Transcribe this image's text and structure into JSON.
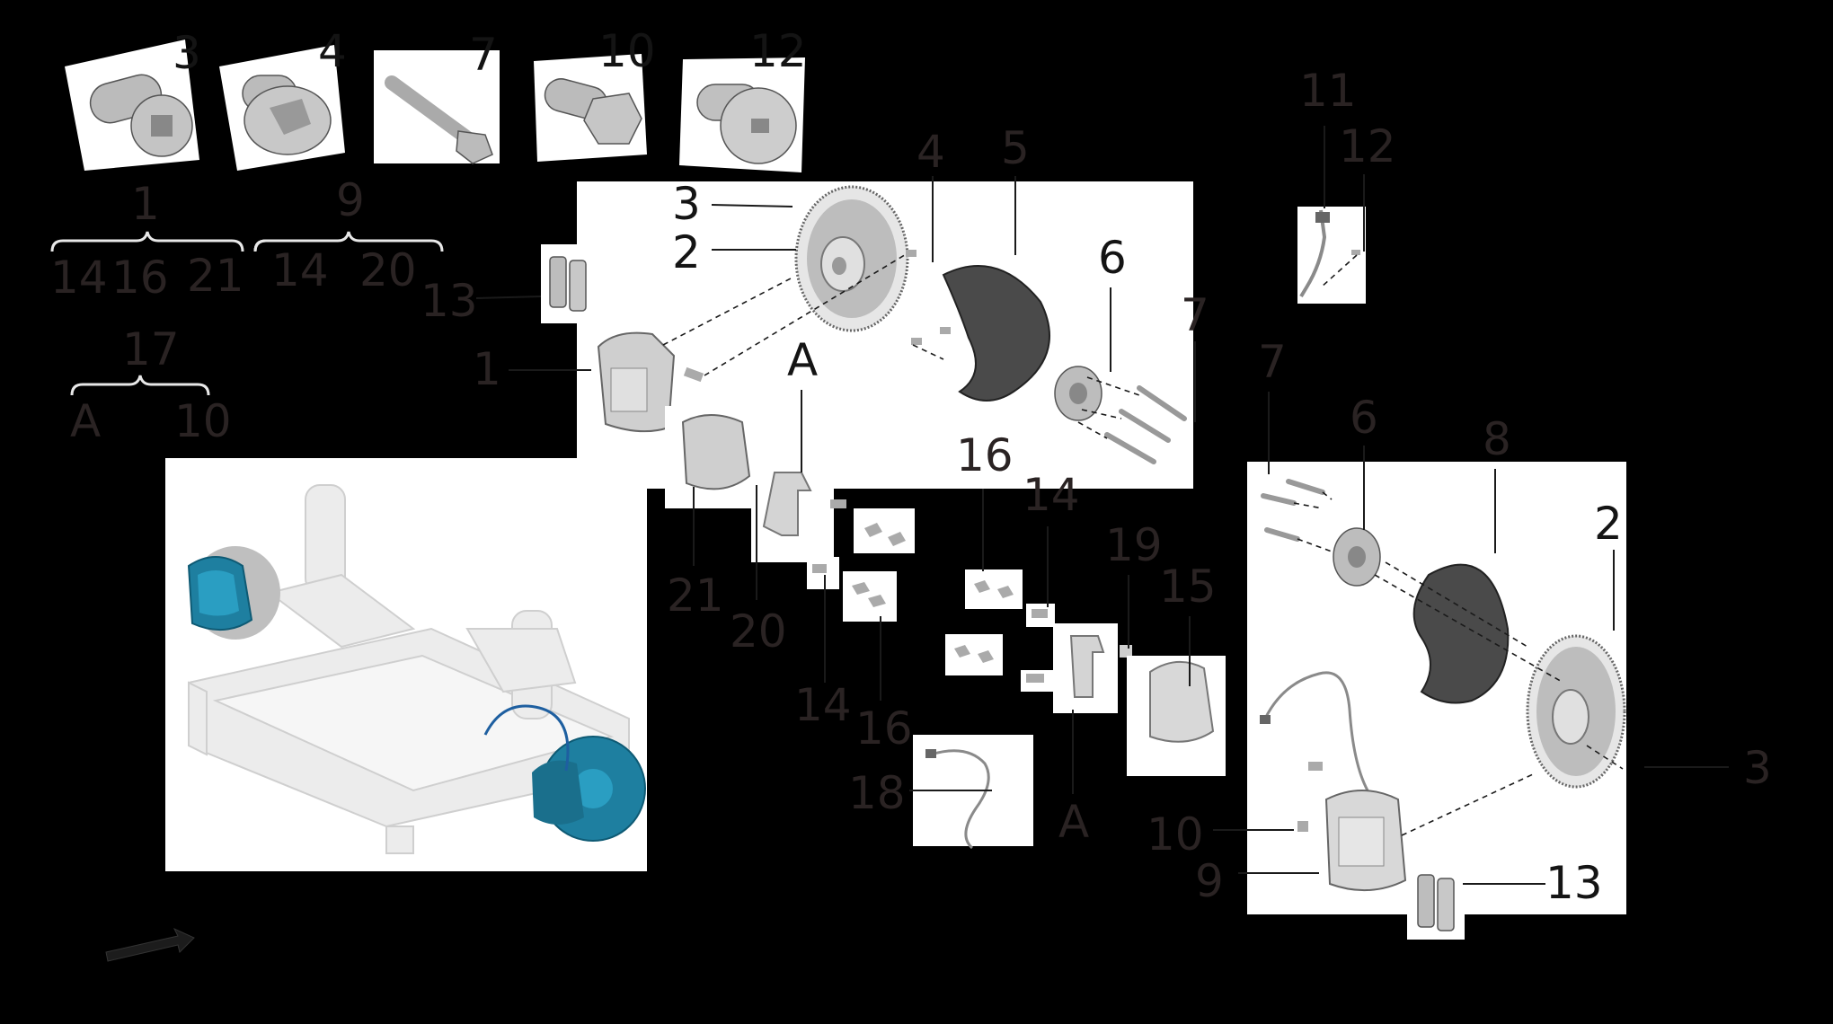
{
  "legend": {
    "fastener_labels": [
      "3",
      "4",
      "7",
      "10",
      "12"
    ],
    "group_1": {
      "label": "1",
      "items": [
        "14",
        "16",
        "21"
      ]
    },
    "group_9": {
      "label": "9",
      "items": [
        "14",
        "20"
      ]
    },
    "group_17": {
      "label": "17",
      "items": [
        "A",
        "10"
      ]
    }
  },
  "front_callouts": {
    "pads": "13",
    "caliper": "1",
    "bolt": "3",
    "disc": "2",
    "shield_bolt": "4",
    "shield": "5",
    "hub": "6",
    "hub_bolts": "7",
    "carrier": "A",
    "caliper_assy": "21",
    "bleed": "20",
    "guide_bolt": "14",
    "spring_clips": "16"
  },
  "sensor_callouts": {
    "sensor": "11",
    "screw": "12"
  },
  "middle_callouts": {
    "clips": "16",
    "guide_bolt": "14",
    "cap": "19",
    "caliper": "15",
    "sensor": "18",
    "carrier": "A"
  },
  "rear_callouts": {
    "hub_bolts": "7",
    "hub": "6",
    "shield": "8",
    "disc": "2",
    "bolt": "3",
    "screw": "10",
    "caliper": "9",
    "pads": "13"
  }
}
